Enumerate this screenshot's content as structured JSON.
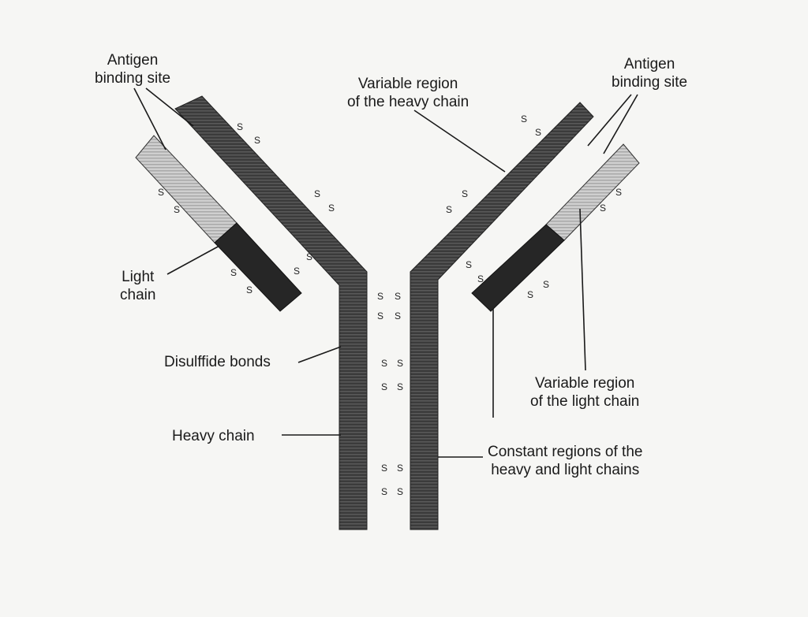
{
  "labels": {
    "antigen_left": [
      "Antigen",
      "binding site"
    ],
    "antigen_right": [
      "Antigen",
      "binding site"
    ],
    "variable_heavy": [
      "Variable region",
      "of the heavy chain"
    ],
    "light_chain": [
      "Light",
      "chain"
    ],
    "disulfide": "Disulffide bonds",
    "heavy_chain": "Heavy chain",
    "variable_light": [
      "Variable region",
      "of the light chain"
    ],
    "constant": [
      "Constant regions of the",
      "heavy and light chains"
    ]
  },
  "bond_symbol": "S",
  "colors": {
    "heavy": "#3a3a3a",
    "light_var": "#c8c8c8",
    "light_const": "#222222",
    "ink": "#1a1a1a"
  }
}
